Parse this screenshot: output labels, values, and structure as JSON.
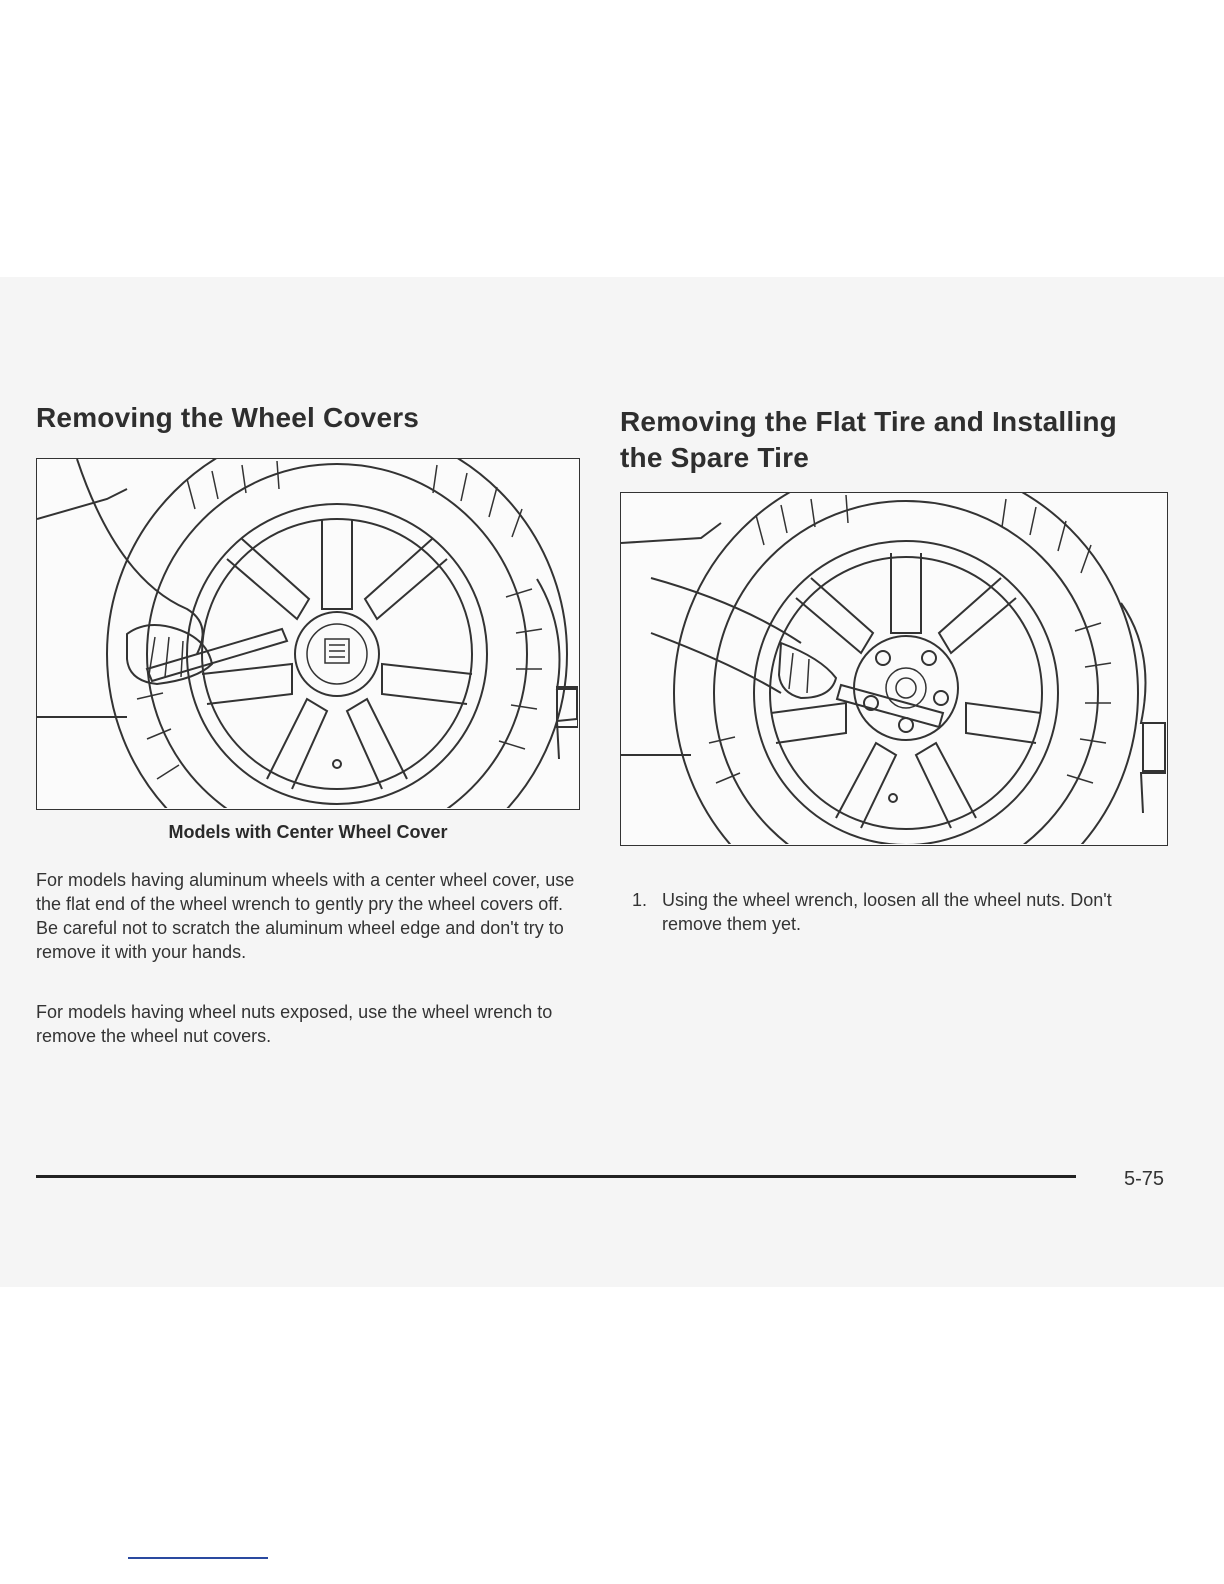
{
  "left": {
    "heading": "Removing the Wheel Covers",
    "figure_caption": "Models with Center Wheel Cover",
    "paragraphs": [
      "For models having aluminum wheels with a center wheel cover, use the flat end of the wheel wrench to gently pry the wheel covers off. Be careful not to scratch the aluminum wheel edge and don't try to remove it with your hands.",
      "For models having wheel nuts exposed, use the wheel wrench to remove the wheel nut covers."
    ]
  },
  "right": {
    "heading_line1": "Removing the Flat Tire and Installing",
    "heading_line2": "the Spare Tire",
    "steps": [
      {
        "number": "1.",
        "text": "Using the wheel wrench, loosen all the wheel nuts. Don't remove them yet."
      }
    ]
  },
  "footer": {
    "page_number": "5-75"
  }
}
